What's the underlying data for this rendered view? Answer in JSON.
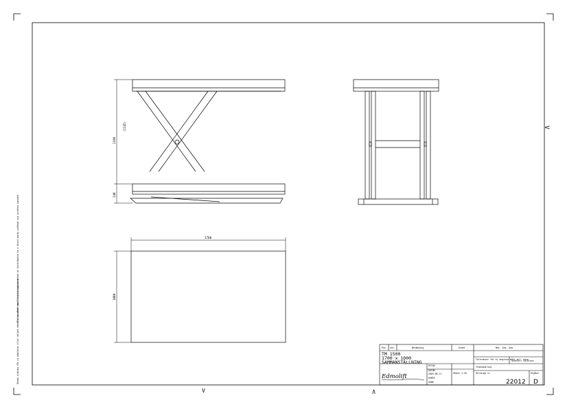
{
  "drawing": {
    "dimensions": {
      "height_total": "1190",
      "height_alt": "(1145)",
      "closed_height": "240",
      "length": "1700",
      "width": "1000"
    },
    "center_marks": [
      "V",
      "V",
      "V"
    ],
    "side_note_1": "The document must not be copied shown or distributed to a third party without our written consent",
    "side_note_2": "Denna ritning får ej kopieras eller delges annan utan vårt skriftliga medgivande"
  },
  "title_block": {
    "header": {
      "pos": "Pos.",
      "ant": "Ant.",
      "benamning": "Benämning",
      "enhet": "Enhet",
      "material": "Mat. Dim. Anm."
    },
    "model": "TM 1500",
    "size": "1700 x 1000",
    "title": "SAMMANSTÄLLNING",
    "fields": {
      "ritad": "RITAD",
      "datum": "DATUM",
      "date_value": "2003-08-11",
      "kontr": "KONTR",
      "godk": "GODK",
      "skala": "SKALA",
      "scale_value": "1:20",
      "tolerance_note": "Toleranser för ej angivna mått enl. norm",
      "general_tol": "Generell tolerans",
      "ytbehandling": "Ytbehandling",
      "ritnings_nr": "Ritnings nr",
      "utgava": "Utgåva"
    },
    "drawing_number": "22012",
    "revision": "D",
    "logo_text": "Edmolift"
  }
}
